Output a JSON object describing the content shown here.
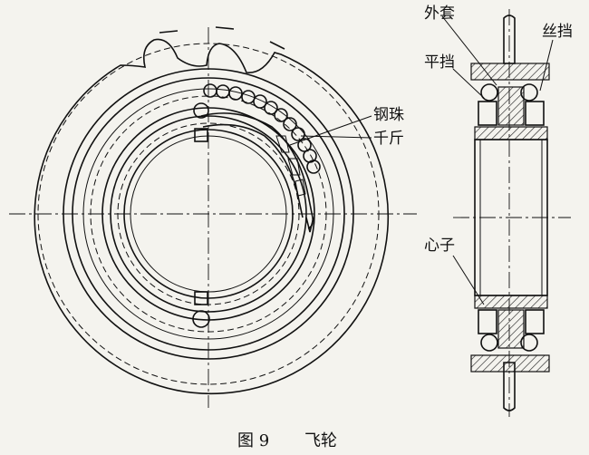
{
  "labels": {
    "outer_sleeve": "外套",
    "wire_retainer": "丝挡",
    "flat_retainer": "平挡",
    "steel_balls": "钢珠",
    "jack": "千斤",
    "core": "心子"
  },
  "caption": {
    "figure_number": "图 9",
    "title": "飞轮"
  }
}
